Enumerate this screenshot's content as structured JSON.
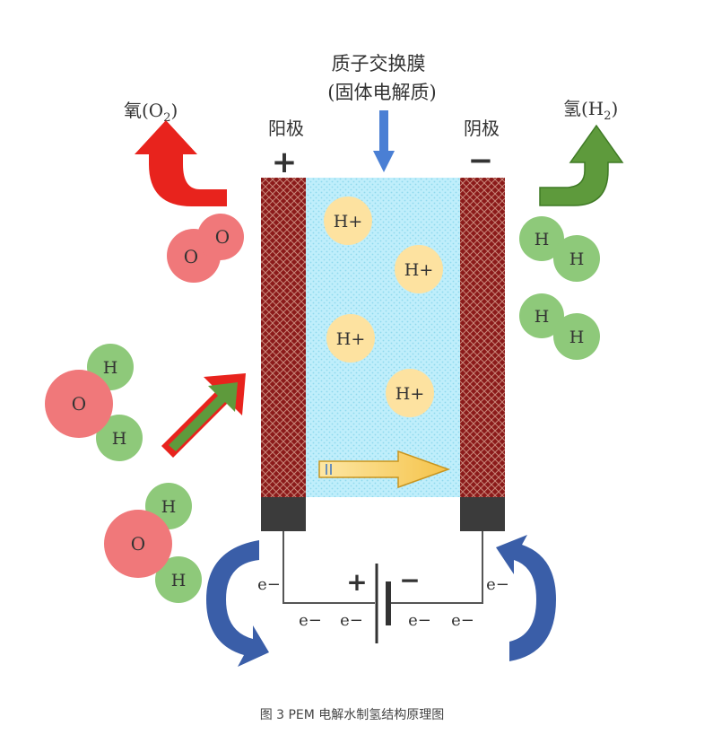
{
  "labels": {
    "membrane_line1": "质子交换膜",
    "membrane_line2": "(固体电解质)",
    "anode": "阳极",
    "cathode": "阴极",
    "anode_sign": "+",
    "cathode_sign": "−",
    "oxygen": "氧(O",
    "oxygen_sub": "2",
    "oxygen_close": ")",
    "hydrogen": "氢(H",
    "hydrogen_sub": "2",
    "hydrogen_close": ")"
  },
  "ions": [
    "H+",
    "H+",
    "H+",
    "H+"
  ],
  "molecules": {
    "o2": [
      "O",
      "O"
    ],
    "h2_top": [
      "H",
      "H"
    ],
    "h2_bottom": [
      "H",
      "H"
    ],
    "water_upper": [
      "H",
      "O",
      "H"
    ],
    "water_lower": [
      "H",
      "O",
      "H"
    ]
  },
  "circuit": {
    "battery_plus": "+",
    "battery_minus": "−",
    "electrons": [
      "e−",
      "e−",
      "e−",
      "e−",
      "e−",
      "e−"
    ]
  },
  "caption": "图 3 PEM 电解水制氢结构原理图",
  "colors": {
    "electrode": "#8b1a1a",
    "membrane": "#bfeefb",
    "oxygen_atom": "#f0787a",
    "hydrogen_atom": "#8ec97a",
    "proton": "#fde2a0",
    "red_arrow": "#e8231d",
    "green_arrow": "#5e9a3c",
    "blue_arrow": "#3a5ea8"
  }
}
